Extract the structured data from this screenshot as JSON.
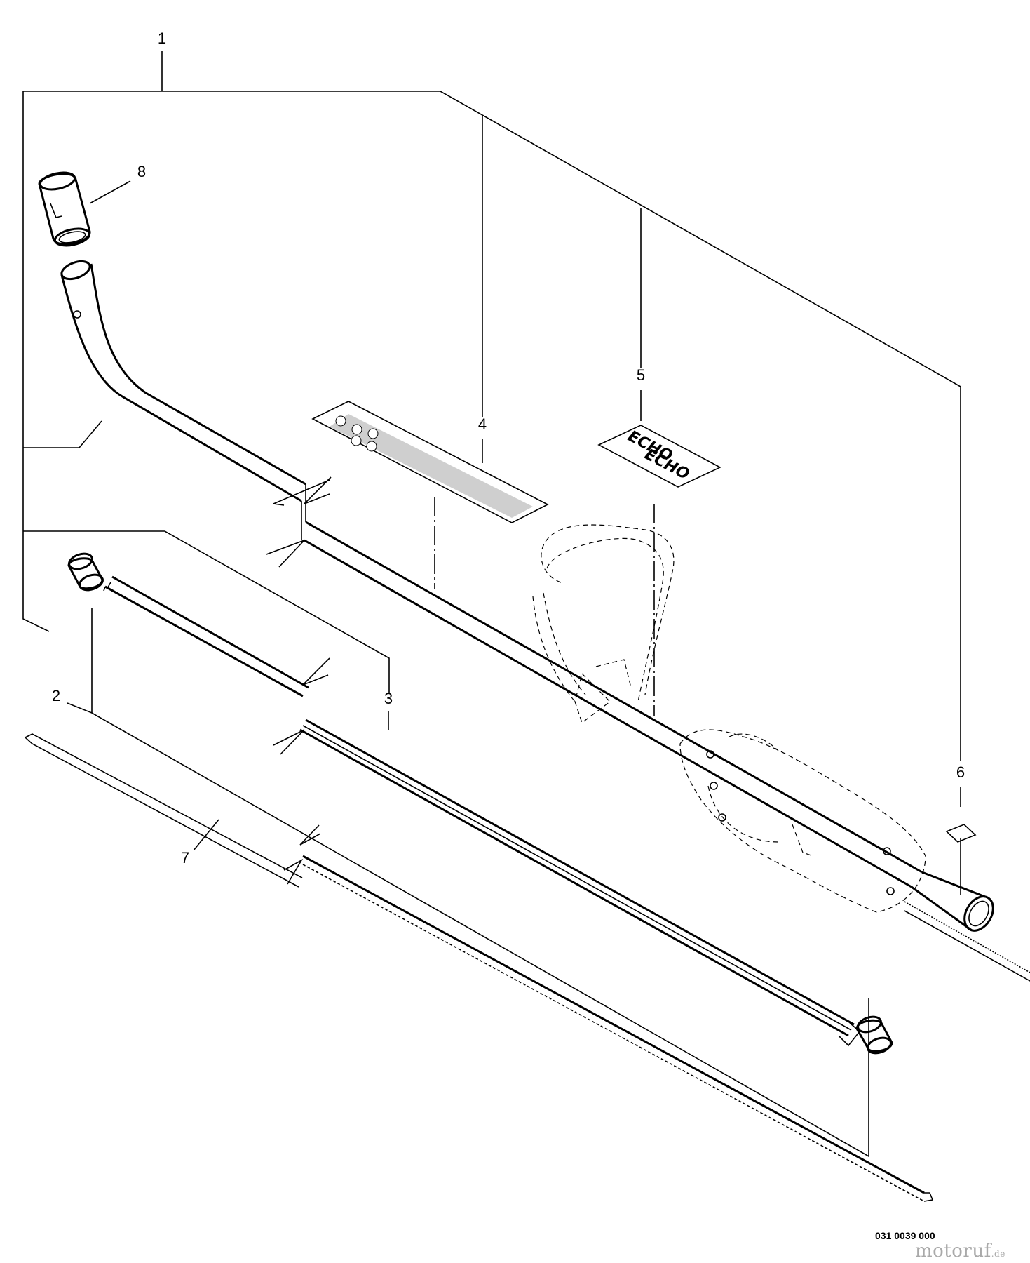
{
  "callouts": {
    "c1": "1",
    "c2": "2",
    "c3": "3",
    "c4": "4",
    "c5": "5",
    "c6": "6",
    "c7": "7",
    "c8": "8"
  },
  "decal_logo_text": "ECHO",
  "part_code": "031 0039 000",
  "watermark": {
    "brand": "motoruf",
    "tld": ".de"
  }
}
